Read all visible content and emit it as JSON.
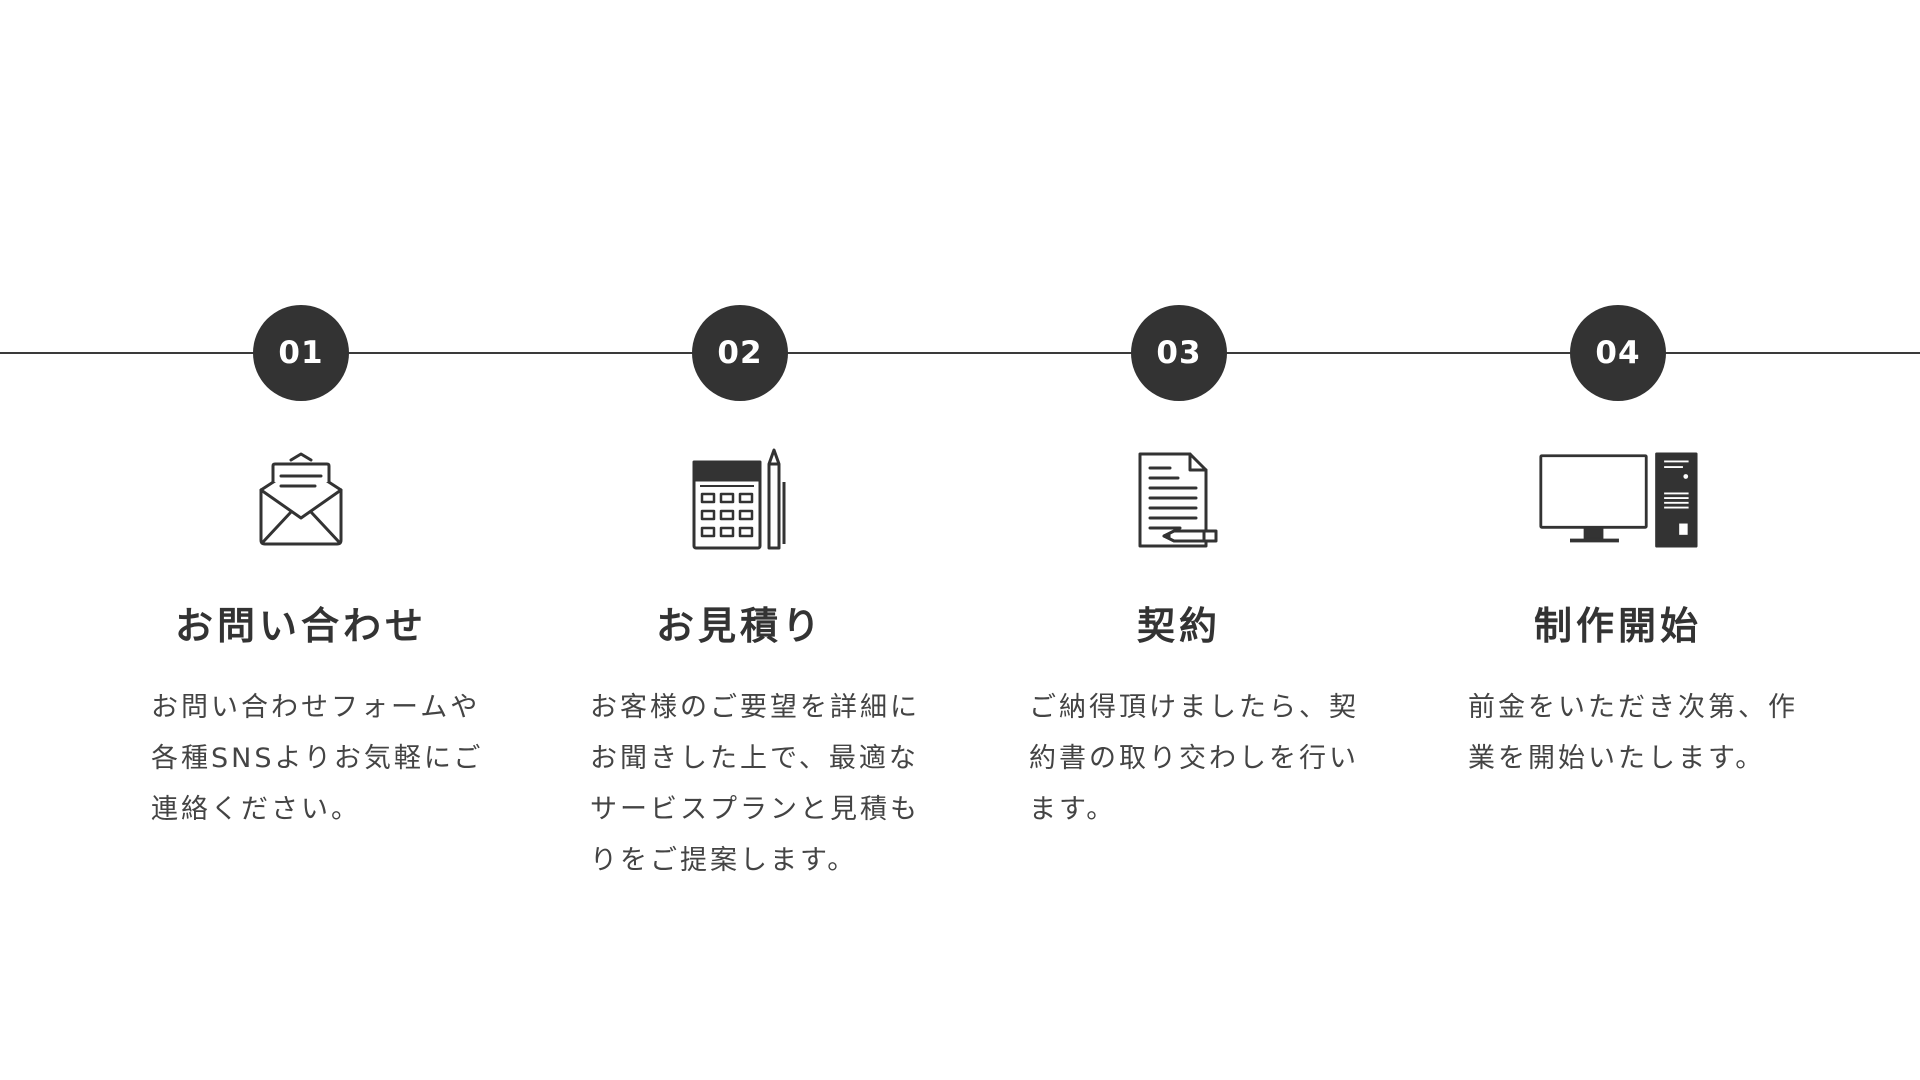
{
  "steps": [
    {
      "number": "01",
      "icon": "envelope-letter-icon",
      "title": "お問い合わせ",
      "description_lines": [
        "お問い合わせフォームや",
        "各種SNSよりお気軽にご",
        "連絡ください。"
      ]
    },
    {
      "number": "02",
      "icon": "calculator-pencil-icon",
      "title": "お見積り",
      "description_lines": [
        "お客様のご要望を詳細に",
        "お聞きした上で、最適な",
        "サービスプランと見積も",
        "りをご提案します。"
      ]
    },
    {
      "number": "03",
      "icon": "contract-document-pen-icon",
      "title": "契約",
      "description_lines": [
        "ご納得頂けましたら、契",
        "約書の取り交わしを行い",
        "ます。"
      ]
    },
    {
      "number": "04",
      "icon": "desktop-computer-icon",
      "title": "制作開始",
      "description_lines": [
        "前金をいただき次第、作",
        "業を開始いたします。"
      ]
    }
  ],
  "colors": {
    "accent": "#333333",
    "background": "#ffffff",
    "line": "#3a3a3a"
  }
}
